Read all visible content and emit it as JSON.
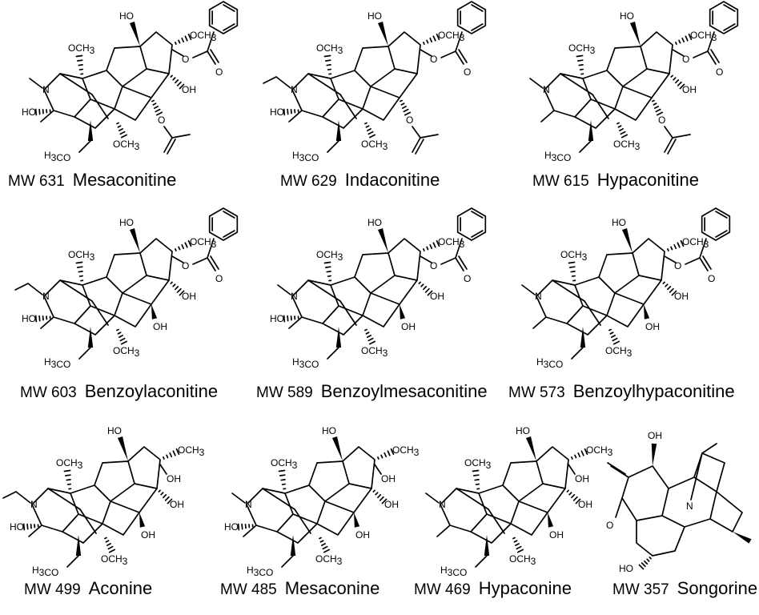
{
  "molecules": [
    {
      "mw": "MW 631",
      "name": "Mesaconitine",
      "n_sub": "methyl",
      "c1_sub": "HO",
      "ring_e": "OCH3",
      "ring_f": "OH",
      "ring_g": "OAc",
      "c15": "OCH3",
      "c3": "OH",
      "top": "HO",
      "ester": "benzoyl",
      "label_ome_top": "OCH3",
      "label_ome_c16": "OCH3",
      "label_h3co": "H3CO"
    },
    {
      "mw": "MW 629",
      "name": "Indaconitine",
      "n_sub": "ethyl",
      "c1_sub": "HO",
      "ring_e": "OCH3",
      "ring_f": "none",
      "ring_g": "OAc",
      "c15": "OCH3",
      "c3": "none",
      "top": "HO",
      "ester": "benzoyl",
      "label_ome_top": "OCH3",
      "label_ome_c16": "OCH3",
      "label_h3co": "H3CO"
    },
    {
      "mw": "MW 615",
      "name": "Hypaconitine",
      "n_sub": "methyl",
      "c1_sub": "none",
      "ring_e": "OCH3",
      "ring_f": "OH",
      "ring_g": "OAc",
      "c15": "OCH3",
      "c3": "OH",
      "top": "HO",
      "ester": "benzoyl",
      "label_ome_top": "OCH3",
      "label_ome_c16": "OCH3",
      "label_h3co": "H3CO"
    },
    {
      "mw": "MW 603",
      "name": "Benzoylaconitine",
      "n_sub": "ethyl",
      "c1_sub": "HO",
      "ring_e": "OCH3",
      "ring_f": "OH",
      "ring_g": "OH",
      "c15": "OCH3",
      "c3": "OH",
      "top": "HO",
      "ester": "benzoyl",
      "label_ome_top": "OCH3",
      "label_ome_c16": "OCH3",
      "label_h3co": "H3CO"
    },
    {
      "mw": "MW 589",
      "name": "Benzoylmesaconitine",
      "n_sub": "methyl",
      "c1_sub": "HO",
      "ring_e": "OCH3",
      "ring_f": "OH",
      "ring_g": "OH",
      "c15": "OCH3",
      "c3": "OH",
      "top": "HO",
      "ester": "benzoyl",
      "label_ome_top": "OCH3",
      "label_ome_c16": "OCH3",
      "label_h3co": "H3CO"
    },
    {
      "mw": "MW 573",
      "name": "Benzoylhypaconitine",
      "n_sub": "methyl",
      "c1_sub": "none",
      "ring_e": "OCH3",
      "ring_f": "OH",
      "ring_g": "OH",
      "c15": "OCH3",
      "c3": "OH",
      "top": "HO",
      "ester": "benzoyl",
      "label_ome_top": "OCH3",
      "label_ome_c16": "OCH3",
      "label_h3co": "H3CO"
    },
    {
      "mw": "MW 499",
      "name": "Aconine",
      "n_sub": "ethyl",
      "c1_sub": "HO",
      "ring_e": "OCH3",
      "ring_f": "OH",
      "ring_g": "OH",
      "c15": "OCH3",
      "c3": "OH",
      "top": "HO",
      "ester": "none",
      "label_ome_top": "OCH3",
      "label_ome_c16": "OCH3",
      "label_h3co": "H3CO"
    },
    {
      "mw": "MW 485",
      "name": "Mesaconine",
      "n_sub": "methyl",
      "c1_sub": "HO",
      "ring_e": "OCH3",
      "ring_f": "OH",
      "ring_g": "OH",
      "c15": "OCH3",
      "c3": "OH",
      "top": "HO",
      "ester": "none",
      "label_ome_top": "OCH3",
      "label_ome_c16": "OCH3",
      "label_h3co": "H3CO"
    },
    {
      "mw": "MW 469",
      "name": "Hypaconine",
      "n_sub": "methyl",
      "c1_sub": "none",
      "ring_e": "OCH3",
      "ring_f": "OH",
      "ring_g": "OH",
      "c15": "OCH3",
      "c3": "OH",
      "top": "HO",
      "ester": "none",
      "label_ome_top": "OCH3",
      "label_ome_c16": "OCH3",
      "label_h3co": "H3CO"
    },
    {
      "mw": "MW 357",
      "name": "Songorine",
      "type": "songorine",
      "label_oh_top": "OH",
      "label_o": "O",
      "label_n": "N",
      "label_ho": "HO"
    }
  ],
  "colors": {
    "line": "#000000",
    "background": "#ffffff"
  }
}
